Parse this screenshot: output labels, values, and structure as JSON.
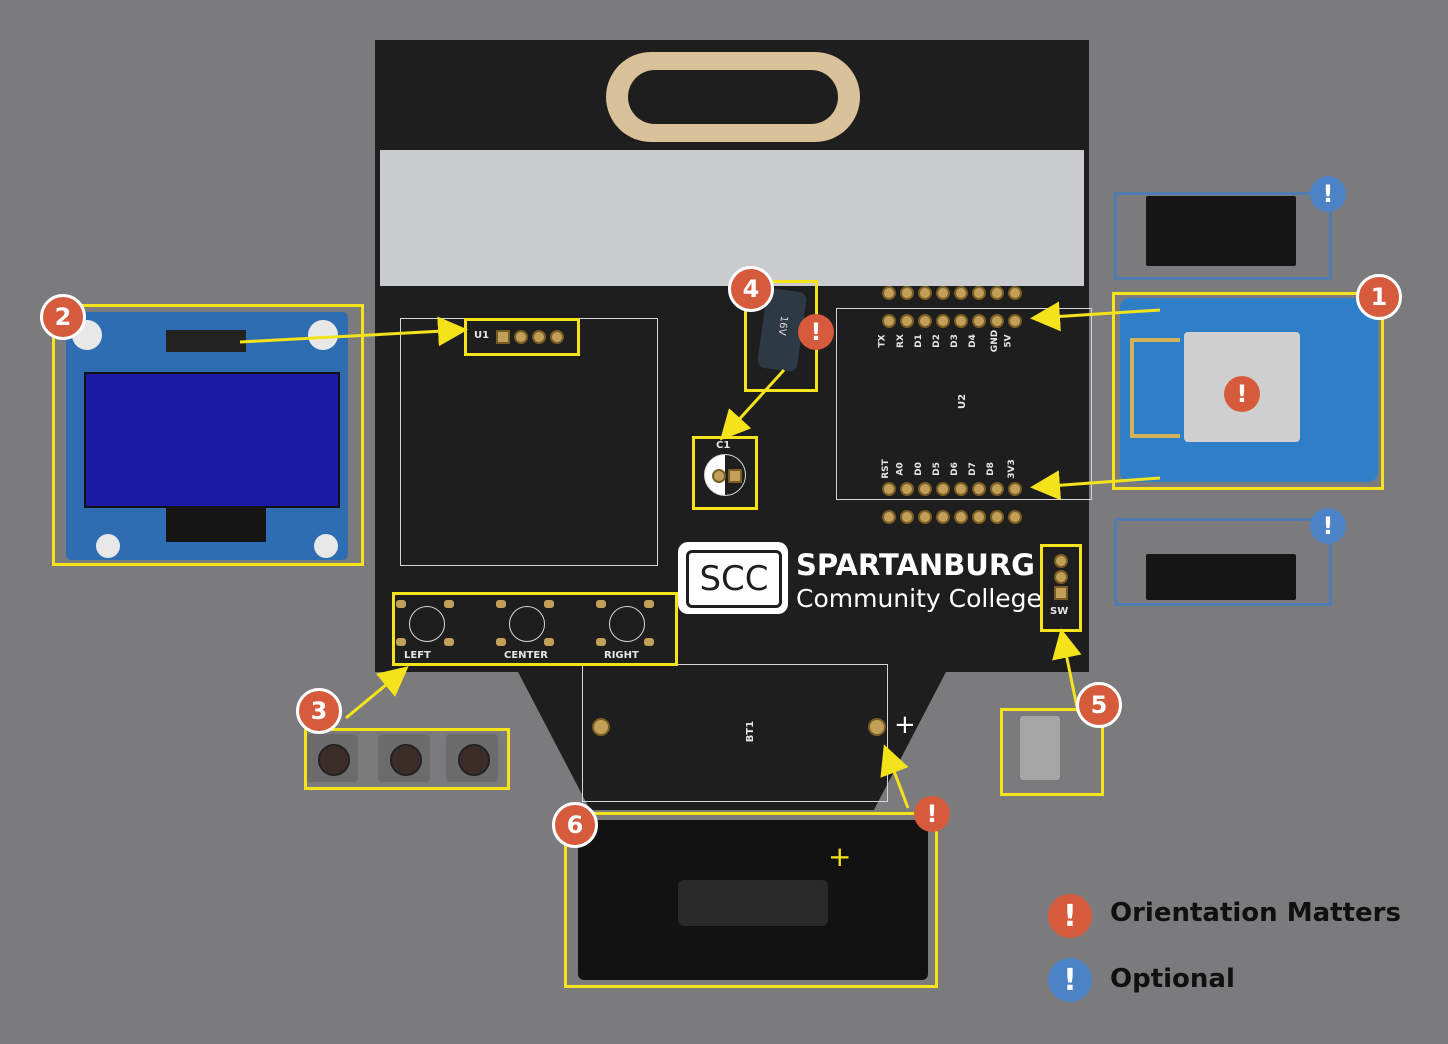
{
  "board": {
    "college_line1": "SPARTANBURG",
    "college_line2": "Community College",
    "logo_text": "SCC",
    "ref_u1": "U1",
    "ref_u2": "U2",
    "ref_c1": "C1",
    "ref_bt1": "BT1",
    "ref_sw": "SW",
    "plus": "+",
    "top_pins": [
      "TX",
      "RX",
      "D1",
      "D2",
      "D3",
      "D4",
      "GND",
      "5V"
    ],
    "bottom_pins": [
      "RST",
      "A0",
      "D0",
      "D5",
      "D6",
      "D7",
      "D8",
      "3V3"
    ],
    "button_labels": [
      "LEFT",
      "CENTER",
      "RIGHT"
    ],
    "cap_marking": "16V"
  },
  "callouts": {
    "c1": "1",
    "c2": "2",
    "c3": "3",
    "c4": "4",
    "c5": "5",
    "c6": "6",
    "alert_glyph": "!"
  },
  "legend": {
    "orientation_matters": "Orientation Matters",
    "optional": "Optional"
  },
  "colors": {
    "highlight": "#f4e21b",
    "optional_frame": "#4f7db2",
    "orientation_badge": "#d65a3c",
    "optional_badge": "#4b83c6",
    "pcb": "#1e1e1e",
    "background": "#7b7b7d"
  }
}
